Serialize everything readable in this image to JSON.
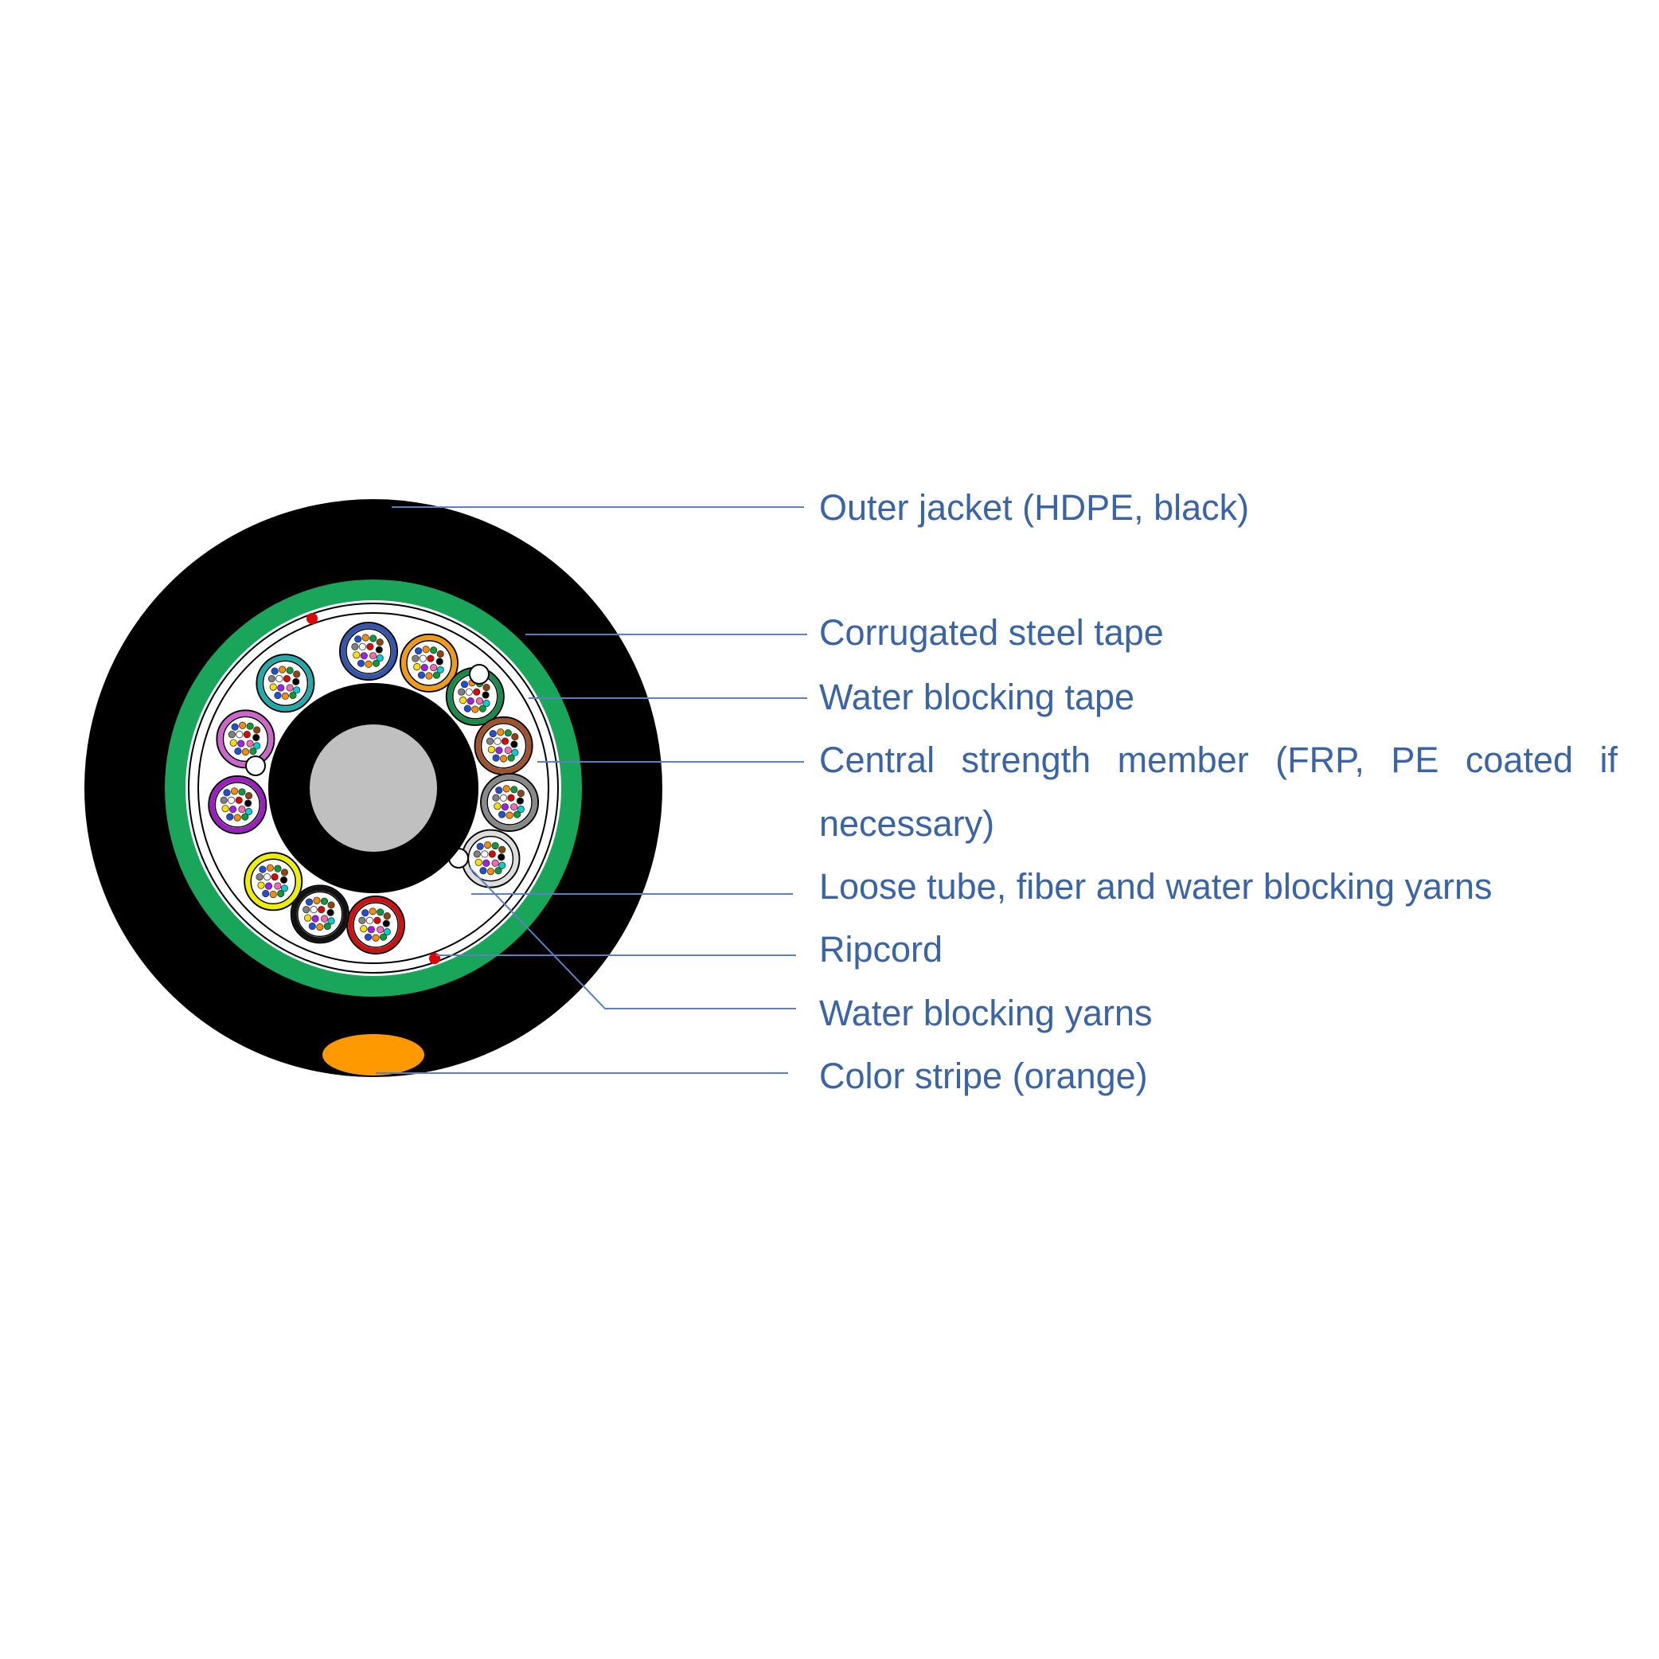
{
  "labels": {
    "outer_jacket": "Outer jacket (HDPE, black)",
    "corrugated_steel_tape": "Corrugated steel tape",
    "water_blocking_tape": "Water blocking tape",
    "central_strength_member_line1": "Central strength member (FRP, PE coated if",
    "central_strength_member_line2": "necessary)",
    "loose_tube": "Loose tube, fiber and water blocking yarns",
    "ripcord": "Ripcord",
    "water_blocking_yarns": "Water blocking yarns",
    "color_stripe": "Color stripe (orange)"
  },
  "colors": {
    "label_text": "#3a64a6",
    "leader_line": "#5b7fbf",
    "outer_jacket": "#000000",
    "steel_tape": "#1aa65a",
    "water_blocking_tape": "#ffffff",
    "central_member": "#c0c0c0",
    "color_stripe": "#ff9900",
    "ripcord": "#e00000"
  },
  "loose_tubes": {
    "count": 12,
    "ring_colors": [
      "#3355aa",
      "#f09a1a",
      "#1a8a4a",
      "#a0522d",
      "#888888",
      "#dddddd",
      "#cc1111",
      "#111111",
      "#eeee00",
      "#9b1fbf",
      "#cc66cc",
      "#22aaaa"
    ],
    "fiber_colors": [
      "#1f4fd8",
      "#ff8c00",
      "#0a9a3c",
      "#8b4513",
      "#808080",
      "#ffffff",
      "#e00000",
      "#000000",
      "#ffe000",
      "#a020f0",
      "#ff69b4",
      "#00ced1"
    ]
  }
}
